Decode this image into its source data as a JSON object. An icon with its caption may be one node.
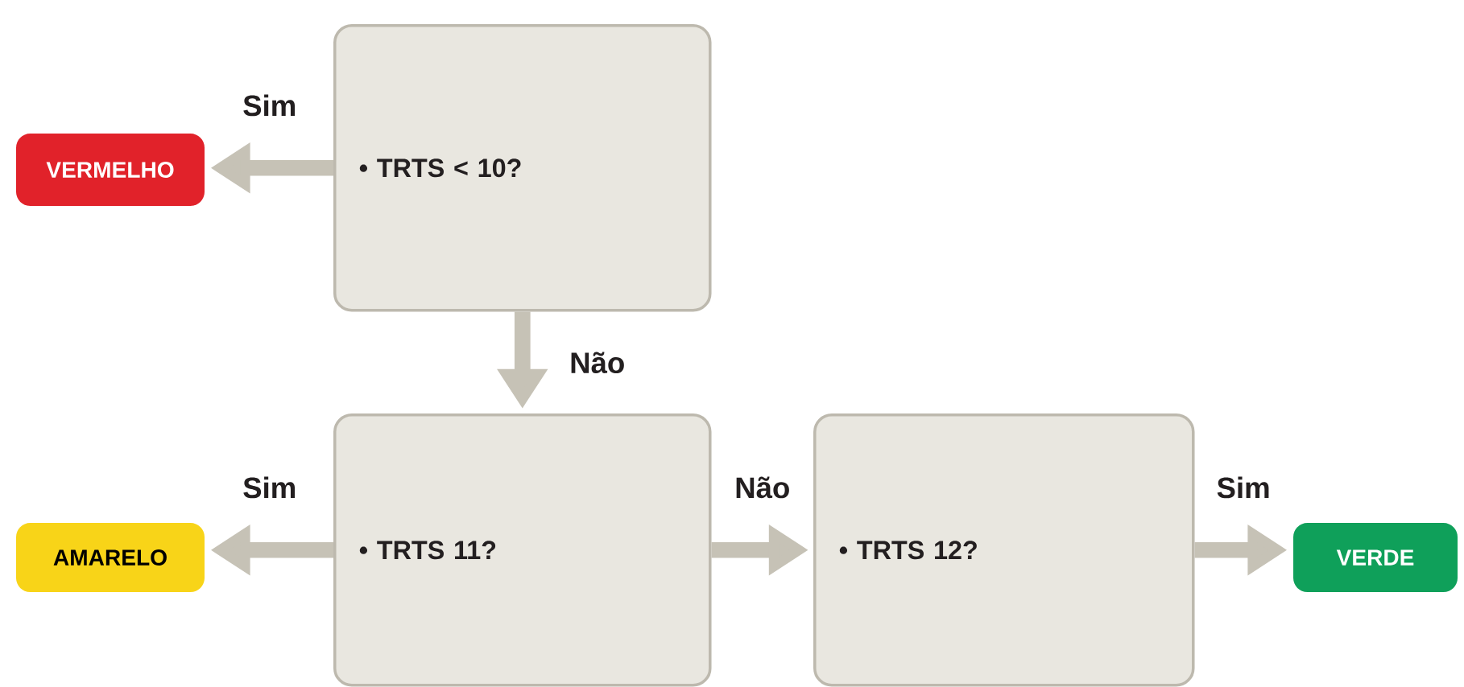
{
  "diagram": {
    "nodes": [
      {
        "text": [
          "• TRTS < 10?"
        ]
      },
      {
        "text": [
          "VERMELHO"
        ]
      },
      {
        "text": [
          "• TRTS 11?"
        ]
      },
      {
        "text": [
          "AMARELO"
        ]
      },
      {
        "text": [
          "• TRTS 12?"
        ]
      },
      {
        "text": [
          "VERDE"
        ]
      }
    ],
    "edges": [
      {
        "from": 0,
        "to": 1,
        "arrow": "to",
        "label": "Sim"
      },
      {
        "from": 0,
        "to": 2,
        "arrow": "to",
        "label": "Não"
      },
      {
        "from": 2,
        "to": 3,
        "arrow": "to",
        "label": "Sim"
      },
      {
        "from": 2,
        "to": 4,
        "arrow": "to",
        "label": "Não"
      },
      {
        "from": 4,
        "to": 5,
        "arrow": "to",
        "label": "Sim"
      }
    ]
  }
}
